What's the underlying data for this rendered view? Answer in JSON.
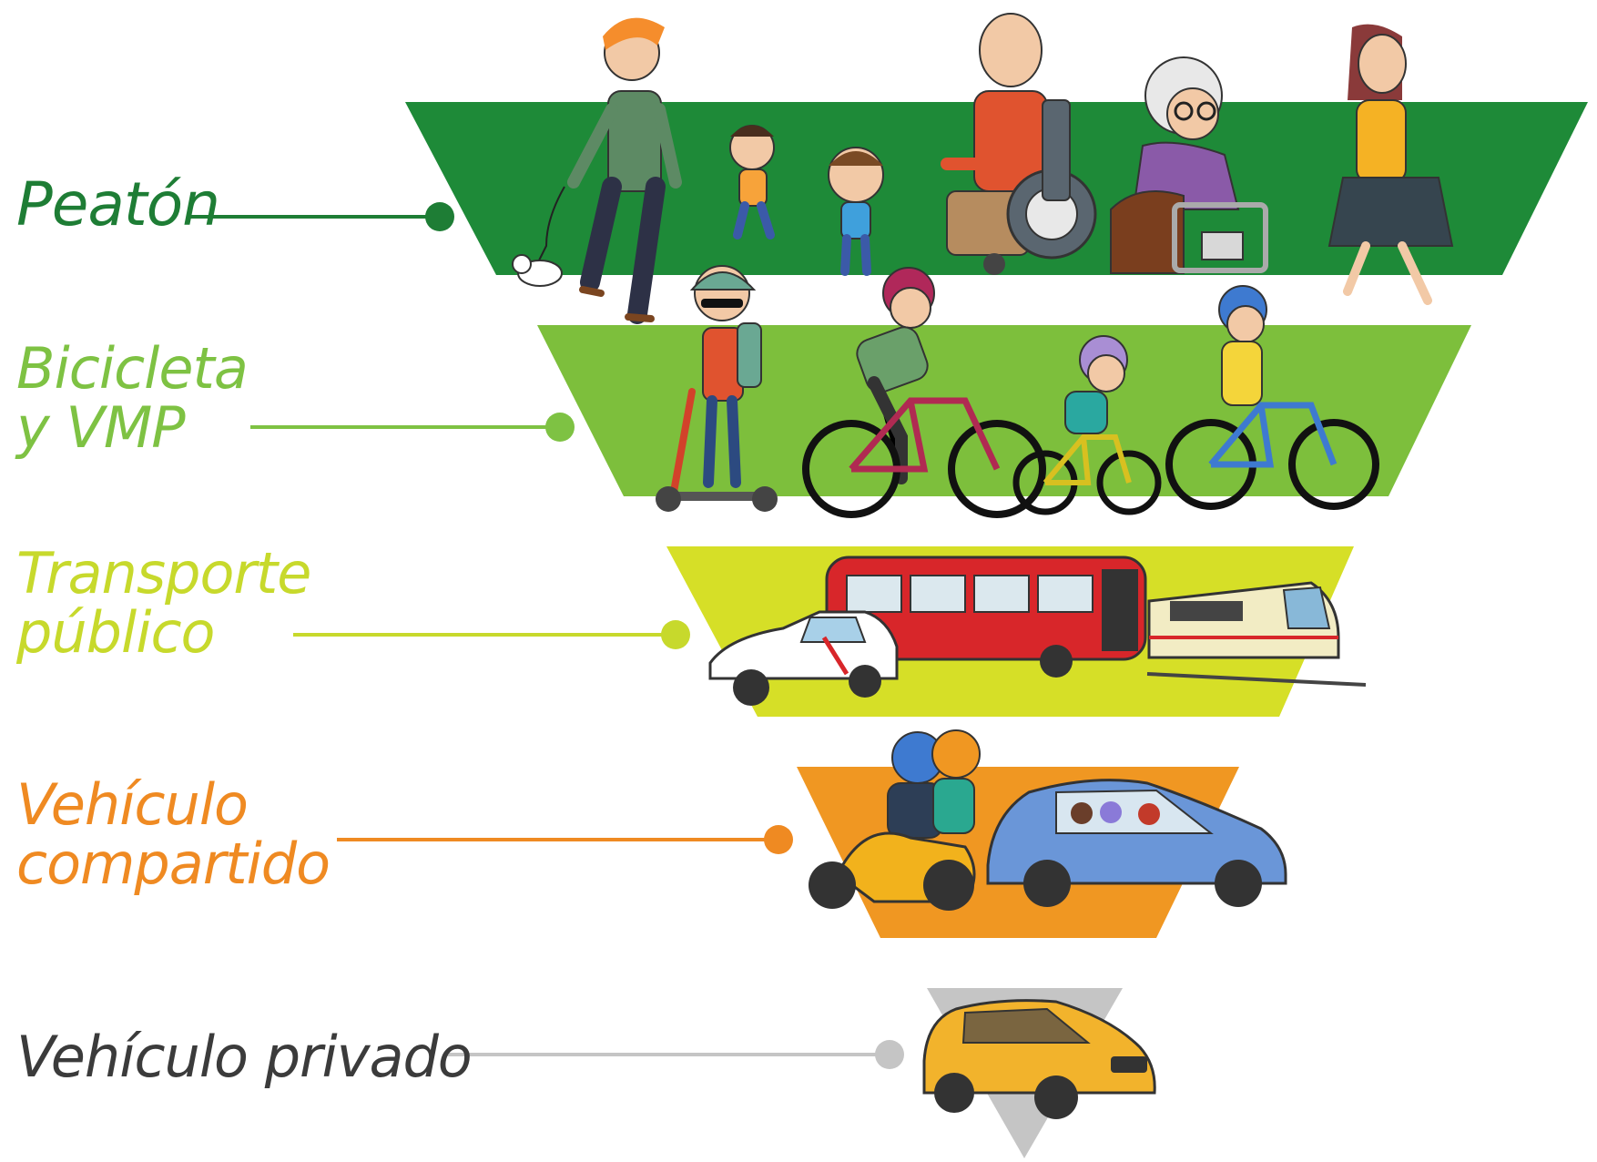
{
  "tiers": [
    {
      "key": "peaton",
      "lines": [
        "Peatón"
      ],
      "color": "#1e8a38",
      "label_color": "#1e7d35",
      "illustration": [
        "man-walking-dog-icon",
        "child-icon",
        "child-icon",
        "wheelchair-user-icon",
        "elderly-woman-walker-icon",
        "woman-walking-icon"
      ]
    },
    {
      "key": "bicicleta",
      "lines": [
        "Bicicleta",
        "y VMP"
      ],
      "color": "#7dbf3c",
      "label_color": "#7ec243",
      "illustration": [
        "scooter-rider-icon",
        "cyclist-icon",
        "child-cyclist-icon",
        "cyclist-icon"
      ]
    },
    {
      "key": "transporte",
      "lines": [
        "Transporte",
        "público"
      ],
      "color": "#d6df27",
      "label_color": "#c7d92c",
      "illustration": [
        "taxi-icon",
        "bus-icon",
        "train-icon"
      ]
    },
    {
      "key": "compartido",
      "lines": [
        "Vehículo",
        "compartido"
      ],
      "color": "#f09722",
      "label_color": "#ef8a22",
      "illustration": [
        "scooter-motorbike-icon",
        "shared-car-icon"
      ]
    },
    {
      "key": "privado",
      "lines": [
        "Vehículo privado"
      ],
      "color": "#c5c5c5",
      "label_color": "#3b3b3b",
      "illustration": [
        "private-car-icon"
      ]
    }
  ]
}
